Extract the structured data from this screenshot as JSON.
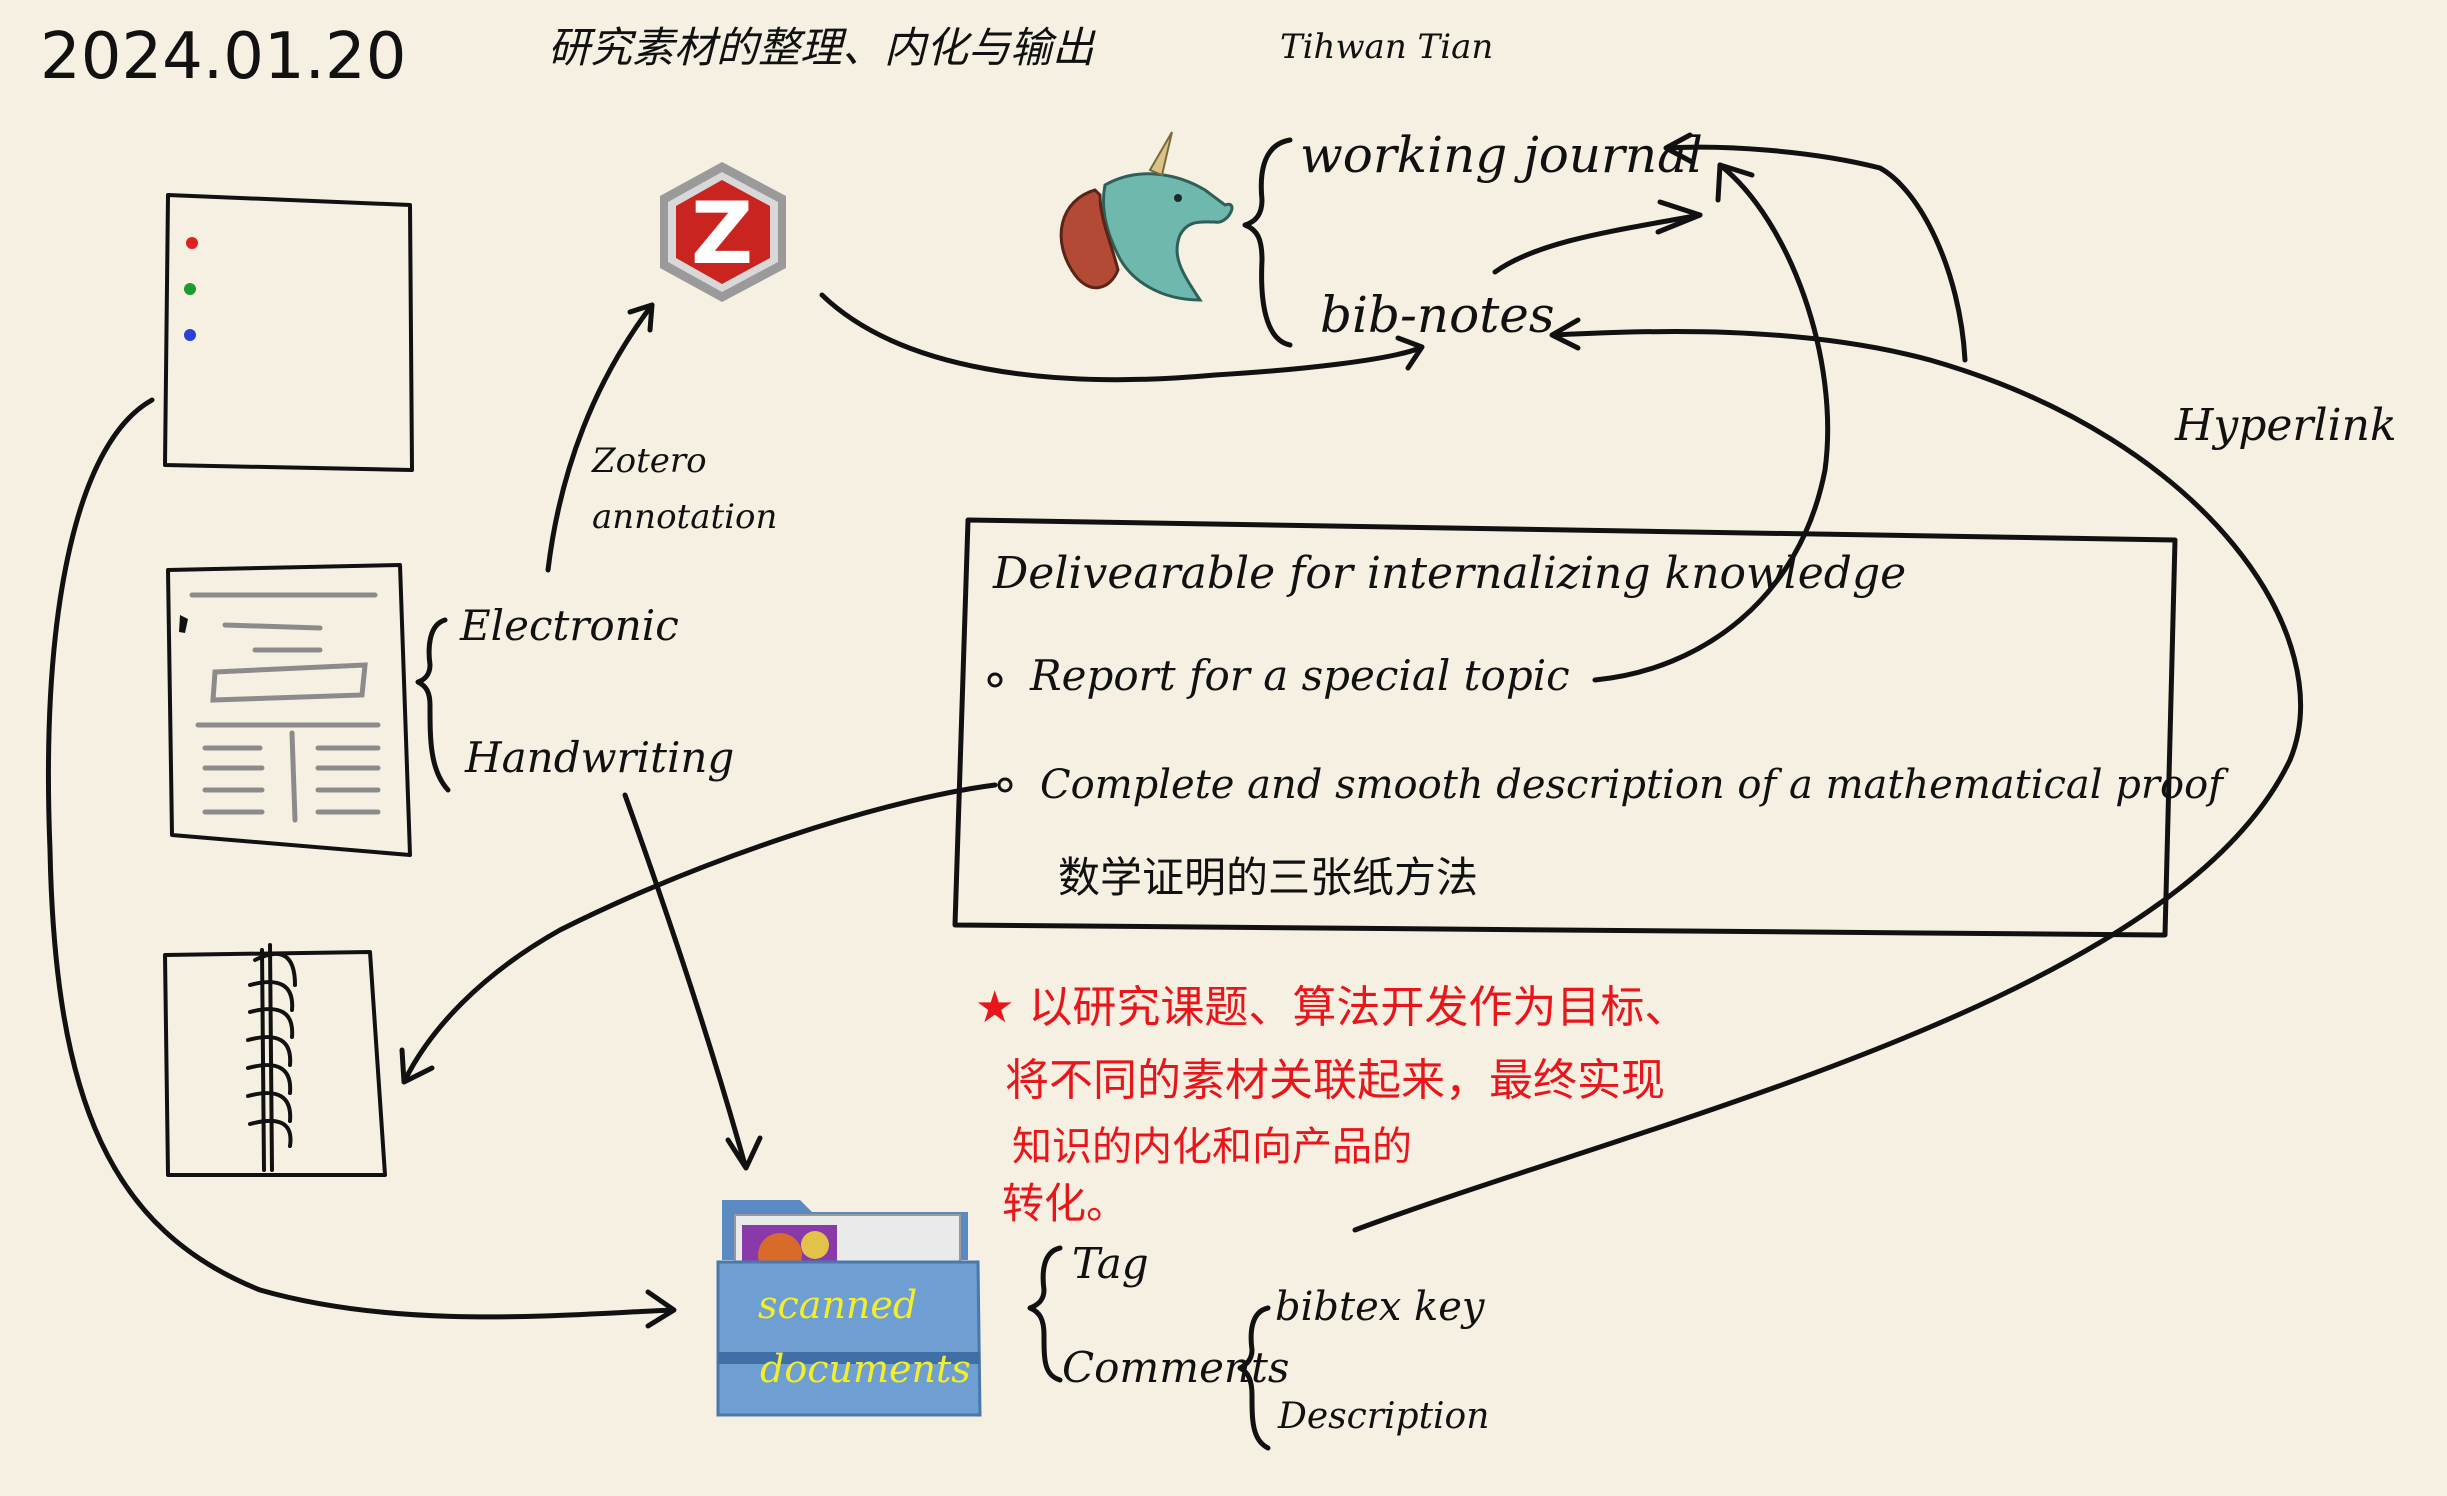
{
  "header": {
    "date": "2024.01.20",
    "title": "研究素材的整理、内化与输出",
    "author": "Tihwan Tian"
  },
  "zotero": {
    "icon_letter": "Z",
    "annotation_label_1": "Zotero",
    "annotation_label_2": "annotation"
  },
  "sources": {
    "electronic": "Electronic",
    "handwriting": "Handwriting"
  },
  "notes": {
    "working_journal": "working journal",
    "bib_notes": "bib-notes",
    "hyperlink": "Hyperlink"
  },
  "deliverable": {
    "title": "Delivearable for internalizing knowledge",
    "bullet_1": "Report for a special topic",
    "bullet_2": "Complete and smooth description of a mathematical proof",
    "bullet_2_cn": "数学证明的三张纸方法"
  },
  "goal": {
    "line_1": "★ 以研究课题、算法开发作为目标、",
    "line_2": "将不同的素材关联起来，最终实现",
    "line_3": "知识的内化和向产品的",
    "line_4": "转化。"
  },
  "folder": {
    "label_1": "scanned",
    "label_2": "documents"
  },
  "metadata": {
    "tag": "Tag",
    "comments": "Comments",
    "bibtex_key": "bibtex key",
    "description": "Description"
  },
  "colors": {
    "paper": "#f5f0e1",
    "ink": "#111111",
    "red": "#e8151b",
    "zotero_red": "#c9241f",
    "folder_blue": "#6f9ed2",
    "folder_label": "#f2ee2a",
    "unicorn_teal": "#6fb8ad",
    "unicorn_mane": "#b34a36"
  }
}
